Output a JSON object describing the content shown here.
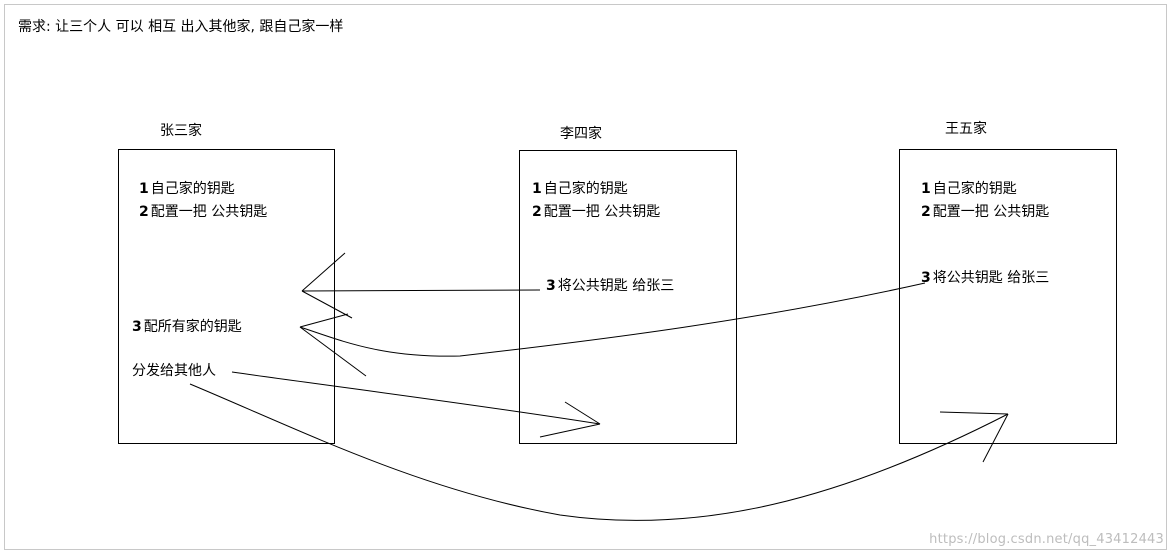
{
  "requirement": "需求: 让三个人 可以 相互 出入其他家, 跟自己家一样",
  "houses": [
    {
      "title": "张三家",
      "lines": [
        {
          "num": "1",
          "text": "自己家的钥匙"
        },
        {
          "num": "2",
          "text": "配置一把 公共钥匙"
        }
      ],
      "extra": [
        {
          "num": "3",
          "text": "配所有家的钥匙"
        },
        {
          "num": "",
          "text": "分发给其他人"
        }
      ]
    },
    {
      "title": "李四家",
      "lines": [
        {
          "num": "1",
          "text": "自己家的钥匙"
        },
        {
          "num": "2",
          "text": "配置一把 公共钥匙"
        }
      ],
      "extra": [
        {
          "num": "3",
          "text": "将公共钥匙 给张三"
        }
      ]
    },
    {
      "title": "王五家",
      "lines": [
        {
          "num": "1",
          "text": "自己家的钥匙"
        },
        {
          "num": "2",
          "text": "配置一把 公共钥匙"
        }
      ],
      "extra": [
        {
          "num": "3",
          "text": "将公共钥匙 给张三"
        }
      ]
    }
  ],
  "watermark": "https://blog.csdn.net/qq_43412443"
}
